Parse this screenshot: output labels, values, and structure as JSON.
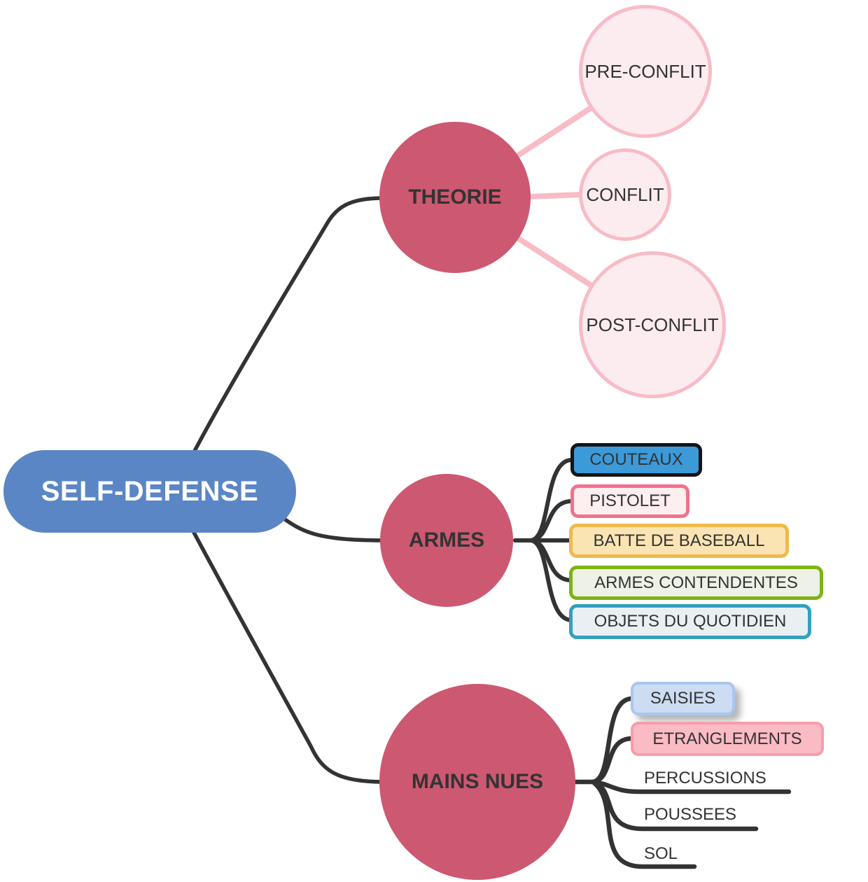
{
  "diagram_type": "mindmap",
  "colors": {
    "root_fill": "#5b86c5",
    "root_text": "#ffffff",
    "branch_circle_fill": "#cd5871",
    "leaf_circle_fill": "#fcecef",
    "leaf_circle_border": "#f7bcc6",
    "pink_link": "#f7bcc6",
    "dark_link": "#333333",
    "text_dark": "#333333",
    "couteaux_fill": "#3c9ad9",
    "couteaux_border": "#141414",
    "pistolet_fill": "#fdeef0",
    "pistolet_border": "#f1728b",
    "batte_fill": "#fbe4b4",
    "batte_border": "#f0b94b",
    "contendentes_fill": "#eef2e6",
    "contendentes_border": "#7eb414",
    "objets_fill": "#e9f0f4",
    "objets_border": "#34a0be",
    "saisies_fill": "#ccdcf2",
    "saisies_border": "#abc6ee",
    "etranglements_fill": "#fbbbc4",
    "etranglements_border": "#f79da9"
  },
  "root": {
    "label": "SELF-DEFENSE"
  },
  "branches": [
    {
      "label": "THEORIE",
      "children": [
        {
          "label": "PRE-CONFLIT",
          "style": "circle"
        },
        {
          "label": "CONFLIT",
          "style": "circle"
        },
        {
          "label": "POST-CONFLIT",
          "style": "circle"
        }
      ]
    },
    {
      "label": "ARMES",
      "children": [
        {
          "label": "COUTEAUX",
          "style": "box"
        },
        {
          "label": "PISTOLET",
          "style": "box"
        },
        {
          "label": "BATTE DE BASEBALL",
          "style": "box"
        },
        {
          "label": "ARMES CONTENDENTES",
          "style": "box"
        },
        {
          "label": "OBJETS DU QUOTIDIEN",
          "style": "box"
        }
      ]
    },
    {
      "label": "MAINS NUES",
      "children": [
        {
          "label": "SAISIES",
          "style": "box"
        },
        {
          "label": "ETRANGLEMENTS",
          "style": "box"
        },
        {
          "label": "PERCUSSIONS",
          "style": "line"
        },
        {
          "label": "POUSSEES",
          "style": "line"
        },
        {
          "label": "SOL",
          "style": "line"
        }
      ]
    }
  ]
}
